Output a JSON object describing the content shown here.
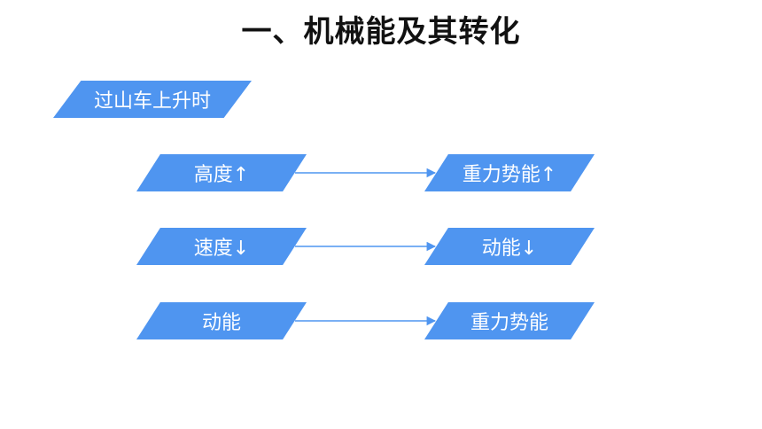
{
  "title": "一、机械能及其转化",
  "header_box": "过山车上升时",
  "rows": [
    {
      "left": "高度↑",
      "right": "重力势能↑"
    },
    {
      "left": "速度↓",
      "right": "动能↓"
    },
    {
      "left": "动能",
      "right": "重力势能"
    }
  ],
  "colors": {
    "box_fill": "#4f95f0",
    "arrow": "#4f95f0",
    "title_text": "#111111",
    "box_text": "#ffffff"
  }
}
